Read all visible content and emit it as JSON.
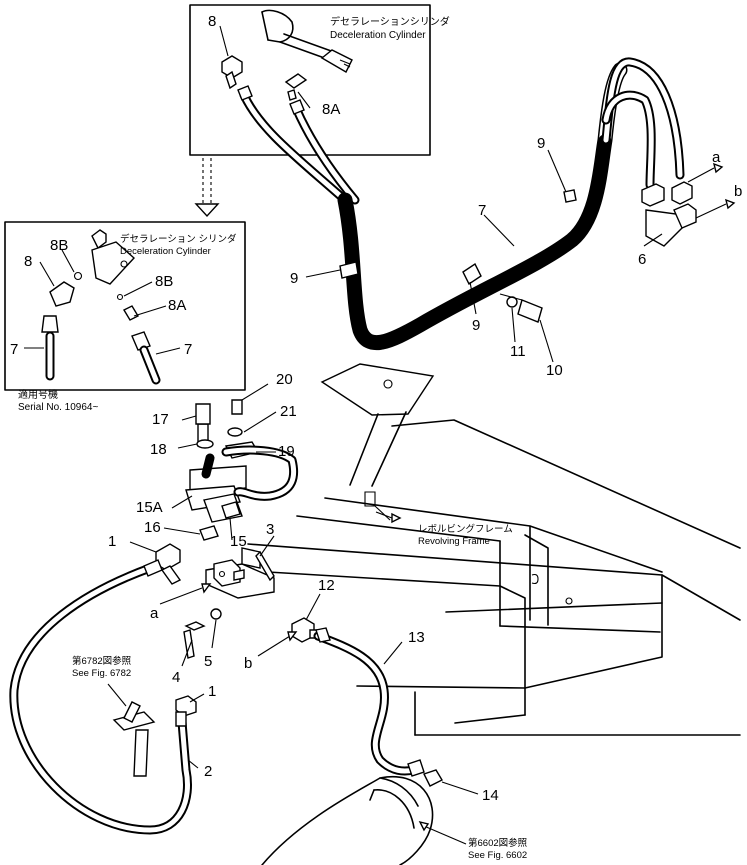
{
  "callouts": {
    "n1": "1",
    "n1b": "1",
    "n2": "2",
    "n3": "3",
    "n4": "4",
    "n5": "5",
    "n6": "6",
    "n7": "7",
    "n7b": "7",
    "n7c": "7",
    "n8": "8",
    "n8b": "8",
    "n8a": "8A",
    "n8a_b": "8A",
    "n8B_1": "8B",
    "n8B_2": "8B",
    "n9": "9",
    "n9b": "9",
    "n9c": "9",
    "n10": "10",
    "n11": "11",
    "n12": "12",
    "n13": "13",
    "n14": "14",
    "n15": "15",
    "n15a": "15A",
    "n16": "16",
    "n17": "17",
    "n18": "18",
    "n19": "19",
    "n20": "20",
    "n21": "21",
    "a_top": "a",
    "b_top": "b",
    "a_low": "a",
    "b_low": "b"
  },
  "notes": {
    "decel_jp": "デセラレーションシリンダ",
    "decel_en": "Deceleration Cylinder",
    "decel_jp_2": "デセラレーション シリンダ",
    "decel_en_2": "Deceleration Cylinder",
    "serial_jp": "適用号機",
    "serial_en": "Serial No. 10964~",
    "frame_jp": "レボルビングフレーム",
    "frame_en": "Revolving Frame",
    "fig6782_jp": "第6782図参照",
    "fig6782_en": "See Fig. 6782",
    "fig6602_jp": "第6602図参照",
    "fig6602_en": "See Fig. 6602"
  }
}
